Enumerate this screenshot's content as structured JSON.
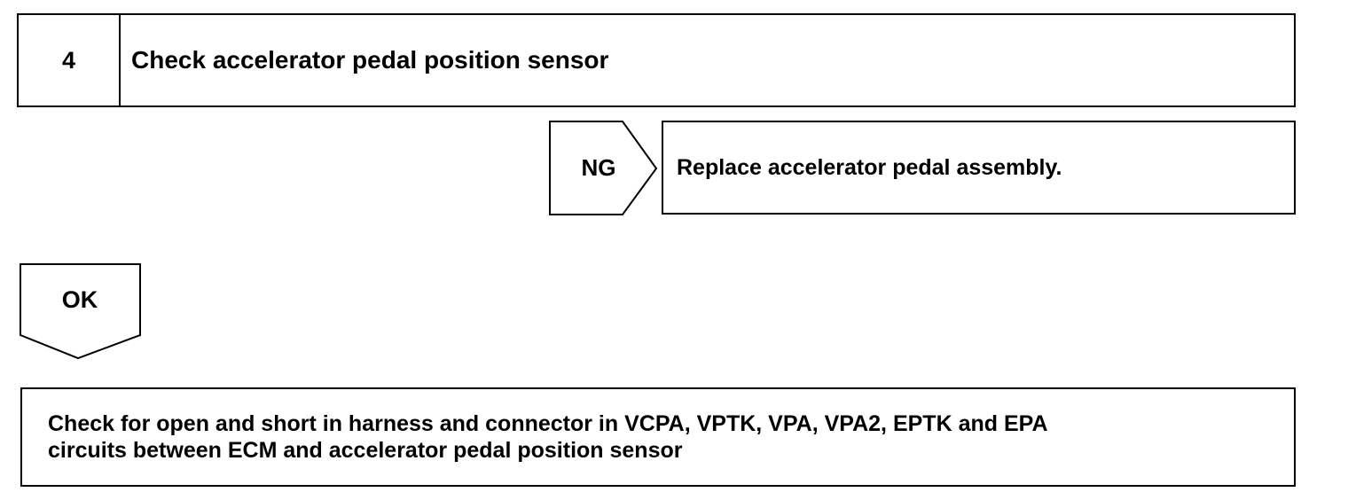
{
  "step": {
    "number": "4",
    "title": "Check accelerator pedal position sensor"
  },
  "ng_branch": {
    "label": "NG",
    "action": "Replace accelerator pedal assembly."
  },
  "ok_branch": {
    "label": "OK"
  },
  "next_check": {
    "line1": "Check for open and short in harness and connector in VCPA, VPTK, VPA, VPA2, EPTK and EPA",
    "line2": "circuits between ECM and accelerator pedal position sensor"
  }
}
